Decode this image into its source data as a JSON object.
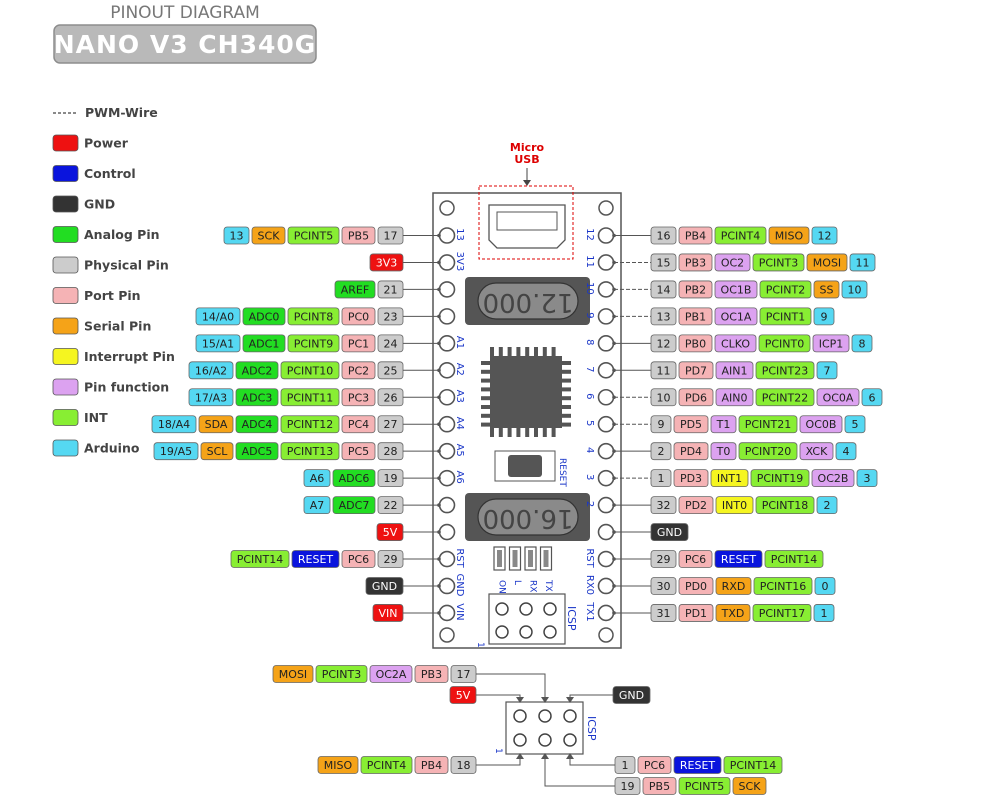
{
  "title": {
    "top": "PINOUT DIAGRAM",
    "main": "NANO V3 CH340G"
  },
  "colors": {
    "power": "#ee1111",
    "control": "#0a14dd",
    "gnd": "#333333",
    "analog": "#22dd22",
    "physical": "#cccccc",
    "port": "#f5b3b5",
    "serial": "#f5a318",
    "interrupt": "#f5f520",
    "function": "#dca2f0",
    "int": "#88ee33",
    "arduino": "#55d8f2"
  },
  "legend": {
    "pwm_label": "PWM-Wire",
    "items": [
      {
        "label": "Power",
        "color": "#ee1111"
      },
      {
        "label": "Control",
        "color": "#0a14dd"
      },
      {
        "label": "GND",
        "color": "#333333"
      },
      {
        "label": "Analog Pin",
        "color": "#22dd22"
      },
      {
        "label": "Physical Pin",
        "color": "#cccccc"
      },
      {
        "label": "Port Pin",
        "color": "#f5b3b5"
      },
      {
        "label": "Serial Pin",
        "color": "#f5a318"
      },
      {
        "label": "Interrupt Pin",
        "color": "#f5f520"
      },
      {
        "label": "Pin function",
        "color": "#dca2f0"
      },
      {
        "label": "INT",
        "color": "#88ee33"
      },
      {
        "label": "Arduino",
        "color": "#55d8f2"
      }
    ]
  },
  "board": {
    "usb_label": [
      "Micro",
      "USB"
    ],
    "crystal_top": "12.000",
    "crystal_bottom": "16.000",
    "reset_label": "RESET",
    "icsp_label": "ICSP",
    "icsp_pin1": "1",
    "led_labels": [
      "ON",
      "L",
      "RX",
      "TX"
    ],
    "left_labels": [
      "13",
      "3V3",
      "",
      "",
      "A1",
      "A2",
      "A3",
      "A4",
      "A5",
      "A6",
      "",
      "",
      "RST",
      "GND",
      "VIN"
    ],
    "right_labels": [
      "12",
      "11",
      "10",
      "9",
      "8",
      "7",
      "6",
      "5",
      "4",
      "3",
      "2",
      "",
      "RST",
      "RX0",
      "TX1"
    ]
  },
  "left_pins": [
    {
      "tags": [
        [
          "13",
          "arduino"
        ],
        [
          "SCK",
          "serial"
        ],
        [
          "PCINT5",
          "int"
        ],
        [
          "PB5",
          "port"
        ],
        [
          "17",
          "physical"
        ]
      ]
    },
    {
      "tags": [
        [
          "3V3",
          "power"
        ]
      ]
    },
    {
      "tags": [
        [
          "AREF",
          "analog"
        ],
        [
          "21",
          "physical"
        ]
      ]
    },
    {
      "tags": [
        [
          "14/A0",
          "arduino"
        ],
        [
          "ADC0",
          "analog"
        ],
        [
          "PCINT8",
          "int"
        ],
        [
          "PC0",
          "port"
        ],
        [
          "23",
          "physical"
        ]
      ]
    },
    {
      "tags": [
        [
          "15/A1",
          "arduino"
        ],
        [
          "ADC1",
          "analog"
        ],
        [
          "PCINT9",
          "int"
        ],
        [
          "PC1",
          "port"
        ],
        [
          "24",
          "physical"
        ]
      ]
    },
    {
      "tags": [
        [
          "16/A2",
          "arduino"
        ],
        [
          "ADC2",
          "analog"
        ],
        [
          "PCINT10",
          "int"
        ],
        [
          "PC2",
          "port"
        ],
        [
          "25",
          "physical"
        ]
      ]
    },
    {
      "tags": [
        [
          "17/A3",
          "arduino"
        ],
        [
          "ADC3",
          "analog"
        ],
        [
          "PCINT11",
          "int"
        ],
        [
          "PC3",
          "port"
        ],
        [
          "26",
          "physical"
        ]
      ]
    },
    {
      "tags": [
        [
          "18/A4",
          "arduino"
        ],
        [
          "SDA",
          "serial"
        ],
        [
          "ADC4",
          "analog"
        ],
        [
          "PCINT12",
          "int"
        ],
        [
          "PC4",
          "port"
        ],
        [
          "27",
          "physical"
        ]
      ]
    },
    {
      "tags": [
        [
          "19/A5",
          "arduino"
        ],
        [
          "SCL",
          "serial"
        ],
        [
          "ADC5",
          "analog"
        ],
        [
          "PCINT13",
          "int"
        ],
        [
          "PC5",
          "port"
        ],
        [
          "28",
          "physical"
        ]
      ]
    },
    {
      "tags": [
        [
          "A6",
          "arduino"
        ],
        [
          "ADC6",
          "analog"
        ],
        [
          "19",
          "physical"
        ]
      ]
    },
    {
      "tags": [
        [
          "A7",
          "arduino"
        ],
        [
          "ADC7",
          "analog"
        ],
        [
          "22",
          "physical"
        ]
      ]
    },
    {
      "tags": [
        [
          "5V",
          "power"
        ]
      ]
    },
    {
      "tags": [
        [
          "PCINT14",
          "int"
        ],
        [
          "RESET",
          "control"
        ],
        [
          "PC6",
          "port"
        ],
        [
          "29",
          "physical"
        ]
      ]
    },
    {
      "tags": [
        [
          "GND",
          "gnd"
        ]
      ]
    },
    {
      "tags": [
        [
          "VIN",
          "power"
        ]
      ]
    }
  ],
  "right_pins": [
    {
      "pwm": false,
      "tags": [
        [
          "16",
          "physical"
        ],
        [
          "PB4",
          "port"
        ],
        [
          "PCINT4",
          "int"
        ],
        [
          "MISO",
          "serial"
        ],
        [
          "12",
          "arduino"
        ]
      ]
    },
    {
      "pwm": true,
      "tags": [
        [
          "15",
          "physical"
        ],
        [
          "PB3",
          "port"
        ],
        [
          "OC2",
          "function"
        ],
        [
          "PCINT3",
          "int"
        ],
        [
          "MOSI",
          "serial"
        ],
        [
          "11",
          "arduino"
        ]
      ]
    },
    {
      "pwm": true,
      "tags": [
        [
          "14",
          "physical"
        ],
        [
          "PB2",
          "port"
        ],
        [
          "OC1B",
          "function"
        ],
        [
          "PCINT2",
          "int"
        ],
        [
          "SS",
          "serial"
        ],
        [
          "10",
          "arduino"
        ]
      ]
    },
    {
      "pwm": true,
      "tags": [
        [
          "13",
          "physical"
        ],
        [
          "PB1",
          "port"
        ],
        [
          "OC1A",
          "function"
        ],
        [
          "PCINT1",
          "int"
        ],
        [
          "9",
          "arduino"
        ]
      ]
    },
    {
      "pwm": false,
      "tags": [
        [
          "12",
          "physical"
        ],
        [
          "PB0",
          "port"
        ],
        [
          "CLKO",
          "function"
        ],
        [
          "PCINT0",
          "int"
        ],
        [
          "ICP1",
          "function"
        ],
        [
          "8",
          "arduino"
        ]
      ]
    },
    {
      "pwm": false,
      "tags": [
        [
          "11",
          "physical"
        ],
        [
          "PD7",
          "port"
        ],
        [
          "AIN1",
          "function"
        ],
        [
          "PCINT23",
          "int"
        ],
        [
          "7",
          "arduino"
        ]
      ]
    },
    {
      "pwm": true,
      "tags": [
        [
          "10",
          "physical"
        ],
        [
          "PD6",
          "port"
        ],
        [
          "AIN0",
          "function"
        ],
        [
          "PCINT22",
          "int"
        ],
        [
          "OC0A",
          "function"
        ],
        [
          "6",
          "arduino"
        ]
      ]
    },
    {
      "pwm": true,
      "tags": [
        [
          "9",
          "physical"
        ],
        [
          "PD5",
          "port"
        ],
        [
          "T1",
          "function"
        ],
        [
          "PCINT21",
          "int"
        ],
        [
          "OC0B",
          "function"
        ],
        [
          "5",
          "arduino"
        ]
      ]
    },
    {
      "pwm": false,
      "tags": [
        [
          "2",
          "physical"
        ],
        [
          "PD4",
          "port"
        ],
        [
          "T0",
          "function"
        ],
        [
          "PCINT20",
          "int"
        ],
        [
          "XCK",
          "function"
        ],
        [
          "4",
          "arduino"
        ]
      ]
    },
    {
      "pwm": true,
      "tags": [
        [
          "1",
          "physical"
        ],
        [
          "PD3",
          "port"
        ],
        [
          "INT1",
          "interrupt"
        ],
        [
          "PCINT19",
          "int"
        ],
        [
          "OC2B",
          "function"
        ],
        [
          "3",
          "arduino"
        ]
      ]
    },
    {
      "pwm": false,
      "tags": [
        [
          "32",
          "physical"
        ],
        [
          "PD2",
          "port"
        ],
        [
          "INT0",
          "interrupt"
        ],
        [
          "PCINT18",
          "int"
        ],
        [
          "2",
          "arduino"
        ]
      ]
    },
    {
      "pwm": false,
      "tags": [
        [
          "GND",
          "gnd"
        ]
      ]
    },
    {
      "pwm": false,
      "tags": [
        [
          "29",
          "physical"
        ],
        [
          "PC6",
          "port"
        ],
        [
          "RESET",
          "control"
        ],
        [
          "PCINT14",
          "int"
        ]
      ]
    },
    {
      "pwm": false,
      "tags": [
        [
          "30",
          "physical"
        ],
        [
          "PD0",
          "port"
        ],
        [
          "RXD",
          "serial"
        ],
        [
          "PCINT16",
          "int"
        ],
        [
          "0",
          "arduino"
        ]
      ]
    },
    {
      "pwm": false,
      "tags": [
        [
          "31",
          "physical"
        ],
        [
          "PD1",
          "port"
        ],
        [
          "TXD",
          "serial"
        ],
        [
          "PCINT17",
          "int"
        ],
        [
          "1",
          "arduino"
        ]
      ]
    }
  ],
  "icsp": {
    "label": "ICSP",
    "pin1": "1",
    "left": [
      {
        "tags": [
          [
            "MOSI",
            "serial"
          ],
          [
            "PCINT3",
            "int"
          ],
          [
            "OC2A",
            "function"
          ],
          [
            "PB3",
            "port"
          ],
          [
            "17",
            "physical"
          ]
        ]
      },
      {
        "tags": [
          [
            "5V",
            "power"
          ]
        ]
      },
      {
        "tags": [
          [
            "MISO",
            "serial"
          ],
          [
            "PCINT4",
            "int"
          ],
          [
            "PB4",
            "port"
          ],
          [
            "18",
            "physical"
          ]
        ]
      }
    ],
    "right": [
      {
        "tags": [
          [
            "GND",
            "gnd"
          ]
        ]
      },
      {
        "tags": [
          [
            "1",
            "physical"
          ],
          [
            "PC6",
            "port"
          ],
          [
            "RESET",
            "control"
          ],
          [
            "PCINT14",
            "int"
          ]
        ]
      },
      {
        "tags": [
          [
            "19",
            "physical"
          ],
          [
            "PB5",
            "port"
          ],
          [
            "PCINT5",
            "int"
          ],
          [
            "SCK",
            "serial"
          ]
        ]
      }
    ]
  }
}
